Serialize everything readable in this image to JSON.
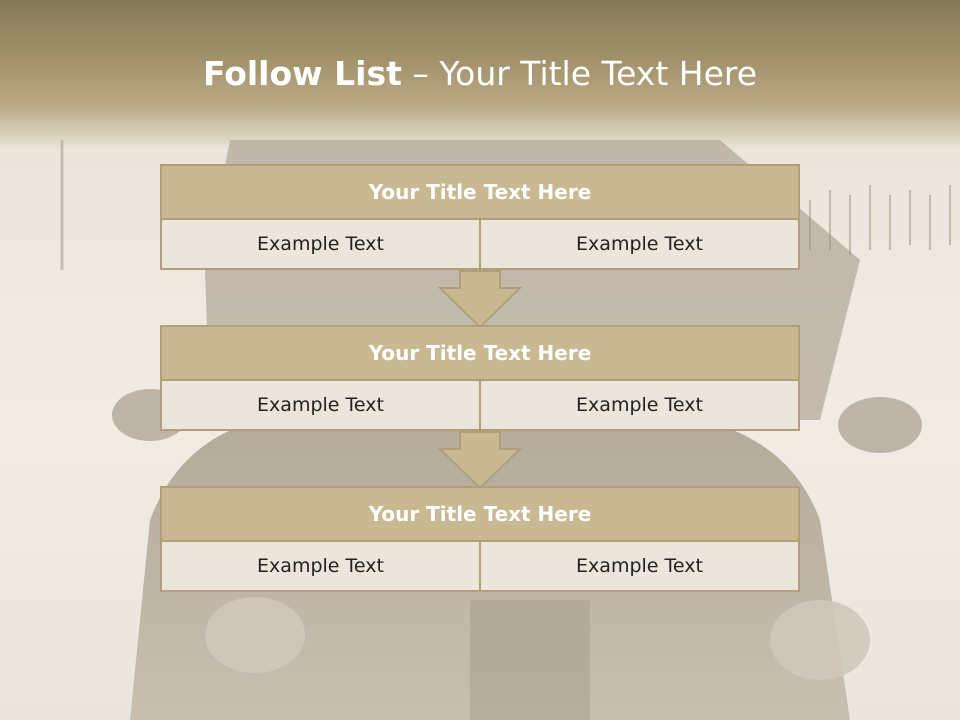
{
  "slide": {
    "title_bold": "Follow List",
    "title_rest": " – Your Title Text Here"
  },
  "blocks": [
    {
      "title": "Your Title Text Here",
      "left": "Example Text",
      "right": "Example Text"
    },
    {
      "title": "Your Title Text Here",
      "left": "Example Text",
      "right": "Example Text"
    },
    {
      "title": "Your Title Text Here",
      "left": "Example Text",
      "right": "Example Text"
    }
  ],
  "colors": {
    "header_band": "#9e8f68",
    "block_head": "#c9b993",
    "block_border": "#b0a079",
    "cell_bg": "#ebe5db",
    "arrow_fill": "#c9b993"
  }
}
